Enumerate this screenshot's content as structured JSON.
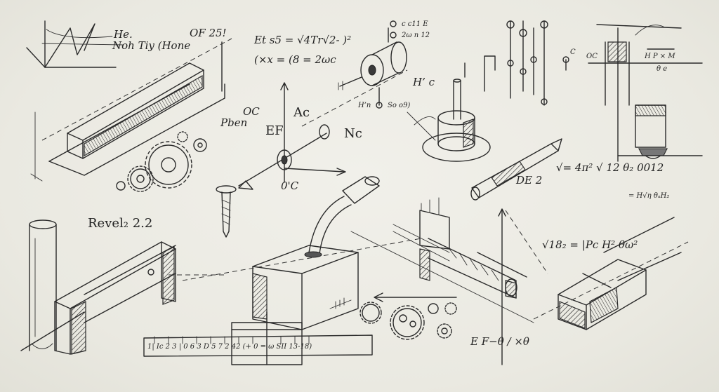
{
  "notes": {
    "top_left_title": "He.",
    "top_left_sub": "Noh Tiy (Hone",
    "top_left_dim": "OF 25!",
    "equation_1": "Et s5 = √4Tr√2- )²",
    "equation_2": "(×x = (8 = 2ωc",
    "label_oc": "OC",
    "label_pben": "Pben",
    "label_ef": "EF",
    "label_ac": "Ac",
    "label_nc": "Nc",
    "label_oc2": "0'C",
    "label_hn": "H’n",
    "label_so": "So o9)",
    "label_h": "H’ c",
    "label_revel": "Revel₂ 2.2",
    "label_de": "DE 2",
    "formula_root": "√= 4π² √ 12 θ₂ 0012",
    "formula_h": "= H√η θₐH₂",
    "formula_18": "√18₂ = |Pc H² θω²",
    "formula_bottom": "E  F−θ / ×θ",
    "ruler_text": "1| Ic 2 3 | 0 6 3 D 5 7 2 42 (+ 0 = ω SII 13-18)",
    "top_cols": "c c11 E",
    "top_cols2": "2ω n 12",
    "top_right_oc": "OC",
    "top_right_pm": "H  P × M",
    "top_right_e": "θ e",
    "top_right_c": "C"
  }
}
